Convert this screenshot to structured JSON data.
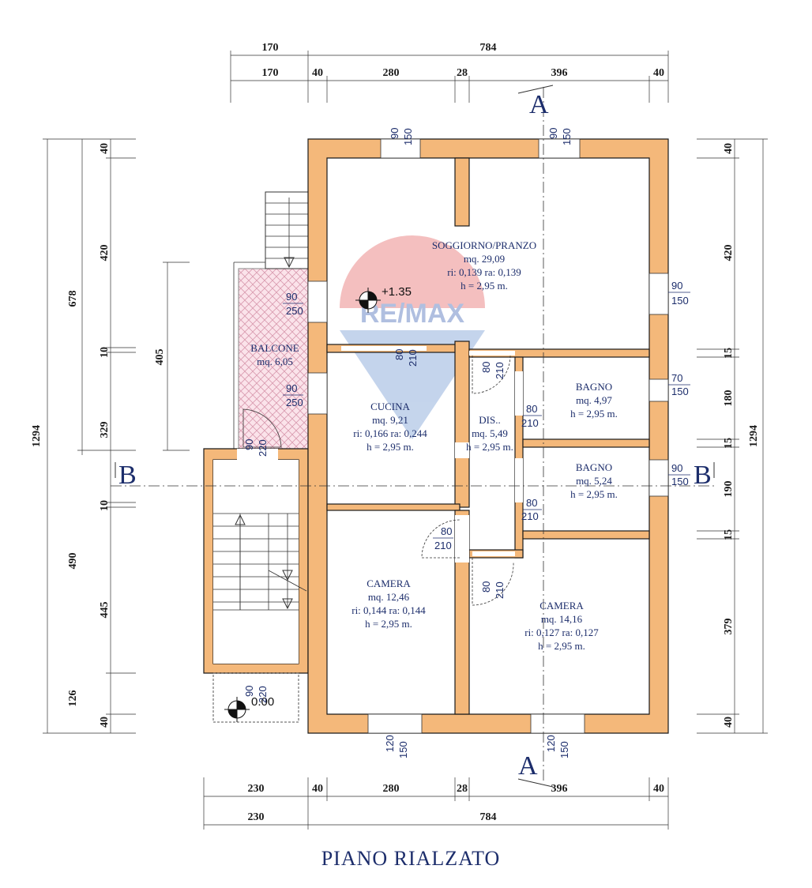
{
  "title": "PIANO RIALZATO",
  "watermark": "RE/MAX",
  "colors": {
    "wall": "#f4b87a",
    "text": "#1c2d6b",
    "balcony": "#e9b9c8"
  },
  "dims_top_outer": [
    "170",
    "784"
  ],
  "dims_top_inner": [
    "170",
    "40",
    "280",
    "28",
    "396",
    "40"
  ],
  "dims_bottom_inner": [
    "230",
    "40",
    "280",
    "28",
    "396",
    "40"
  ],
  "dims_bottom_outer": [
    "230",
    "784"
  ],
  "dims_left_outer": "1294",
  "dims_left_mid": "678",
  "dims_left_inner": [
    "40",
    "420",
    "10",
    "329",
    "10",
    "490",
    "126",
    "40"
  ],
  "dims_left_extra": [
    "405",
    "445"
  ],
  "dims_right_outer": "1294",
  "dims_right_inner": [
    "40",
    "420",
    "15",
    "180",
    "15",
    "190",
    "15",
    "379",
    "40"
  ],
  "rooms": {
    "soggiorno": {
      "name": "SOGGIORNO/PRANZO",
      "area": "mq. 29,09",
      "ratio": "ri: 0,139 ra: 0,139",
      "height": "h = 2,95 m."
    },
    "cucina": {
      "name": "CUCINA",
      "area": "mq. 9,21",
      "ratio": "ri: 0,166 ra: 0,244",
      "height": "h = 2,95 m."
    },
    "dis": {
      "name": "DIS..",
      "area": "mq. 5,49",
      "height": "h = 2,95 m."
    },
    "bagno1": {
      "name": "BAGNO",
      "area": "mq. 4,97",
      "height": "h = 2,95 m."
    },
    "bagno2": {
      "name": "BAGNO",
      "area": "mq. 5,24",
      "height": "h = 2,95 m."
    },
    "camera1": {
      "name": "CAMERA",
      "area": "mq. 12,46",
      "ratio": "ri: 0,144 ra: 0,144",
      "height": "h = 2,95 m."
    },
    "camera2": {
      "name": "CAMERA",
      "area": "mq. 14,16",
      "ratio": "ri: 0,127 ra: 0,127",
      "height": "h = 2,95 m."
    },
    "balcone": {
      "name": "BALCONE",
      "area": "mq. 6,05"
    }
  },
  "openings": {
    "top_left": [
      "90",
      "150"
    ],
    "top_right": [
      "90",
      "150"
    ],
    "soggiorno_right": [
      "90",
      "150"
    ],
    "left_upper": [
      "90",
      "250"
    ],
    "left_lower": [
      "90",
      "250"
    ],
    "cucina_door": [
      "80",
      "210"
    ],
    "dis_door_top": [
      "80",
      "210"
    ],
    "bagno1_door": [
      "80",
      "210"
    ],
    "bagno1_window": [
      "70",
      "150"
    ],
    "bagno2_window": [
      "90",
      "150"
    ],
    "bagno2_door": [
      "80",
      "210"
    ],
    "camera1_door": [
      "80",
      "210"
    ],
    "camera2_door": [
      "80",
      "210"
    ],
    "balcony_door": [
      "90",
      "220"
    ],
    "entrance_door": [
      "90",
      "220"
    ],
    "bottom_left": [
      "120",
      "150"
    ],
    "bottom_right": [
      "120",
      "150"
    ]
  },
  "section_labels": {
    "a": "A",
    "b": "B"
  },
  "levels": {
    "upper": "+1.35",
    "lower": "0.00"
  }
}
